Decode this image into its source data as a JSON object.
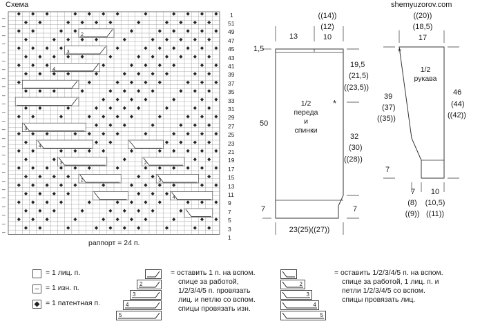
{
  "header": {
    "title": "Схема",
    "site": "shemyuzorov.com"
  },
  "chart": {
    "row_labels": [
      "51",
      "49",
      "47",
      "45",
      "43",
      "41",
      "39",
      "37",
      "35",
      "33",
      "31",
      "29",
      "27",
      "25",
      "23",
      "21",
      "19",
      "17",
      "15",
      "13",
      "11",
      "9",
      "7",
      "5",
      "3",
      "1"
    ],
    "wrong_side_mark": "–",
    "repeat_label": "раппорт = 24 п.",
    "top_label": "1"
  },
  "body_piece": {
    "shoulder_left": "13",
    "neck": [
      "((14))",
      "(12)",
      "10"
    ],
    "edge_top": "1,5",
    "length": "50",
    "armhole": [
      "19,5",
      "(21,5)",
      "((23,5))"
    ],
    "side": [
      "32",
      "(30)",
      "((28))"
    ],
    "label": [
      "1/2",
      "переда",
      "и",
      "спинки"
    ],
    "rib_left": "7",
    "rib_right": "7",
    "width": "23(25)((27))",
    "star": "*"
  },
  "sleeve_piece": {
    "top_width": [
      "((20))",
      "(18,5)",
      "17"
    ],
    "label": [
      "1/2",
      "рукава"
    ],
    "left_height": [
      "39",
      "(37)",
      "((35))"
    ],
    "right_height": [
      "46",
      "(44)",
      "((42))"
    ],
    "cuff": "7",
    "bottom_left": [
      "7",
      "(8)",
      "((9))"
    ],
    "bottom_right": [
      "10",
      "(10,5)",
      "((11))"
    ],
    "star": "*"
  },
  "legend": {
    "knit": "= 1 лиц. п.",
    "purl": "= 1 изн. п.",
    "patent": "= 1 патентная п.",
    "purl_symbol": "–",
    "cable_left_text": [
      "= оставить 1 п. на вспом.",
      "спице за работой,",
      "1/2/3/4/5 п. провязать",
      "лиц. и петлю со вспом.",
      "спицы провязать изн."
    ],
    "cable_right_text": [
      "= оставить 1/2/3/4/5 п. на вспом.",
      "спице за работой, 1 лиц. п. и",
      "петли 1/2/3/4/5 со вспом.",
      "спицы провязать лиц."
    ],
    "cable_nums": [
      "2",
      "3",
      "4",
      "5"
    ]
  },
  "colors": {
    "ink": "#1a1a1a",
    "grid": "#666666",
    "patent": "#222222"
  }
}
